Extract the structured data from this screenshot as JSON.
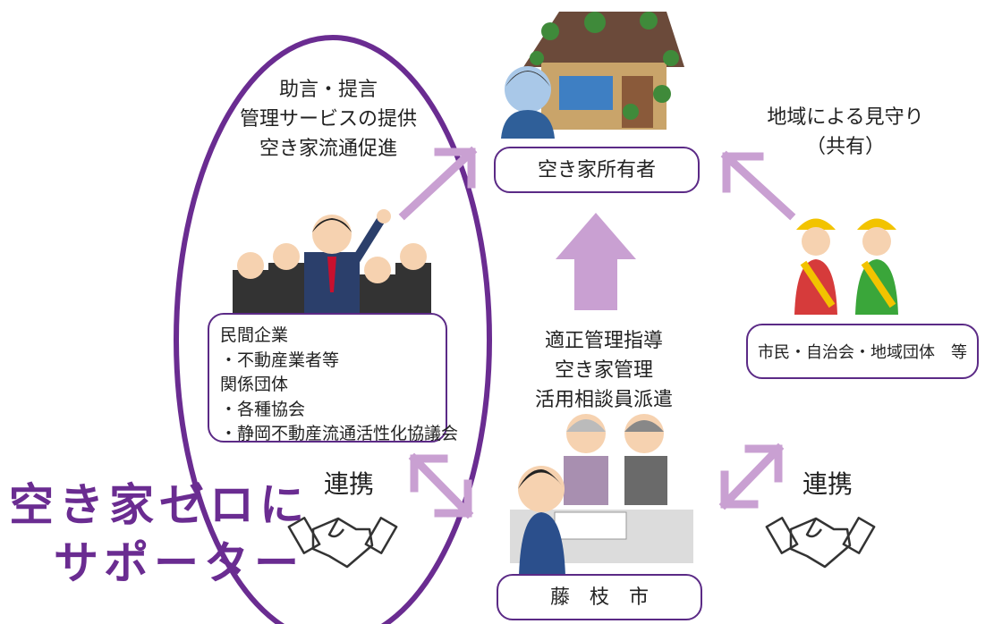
{
  "owner": {
    "label": "空き家所有者"
  },
  "advice": {
    "lines": [
      "助言・提言",
      "管理サービスの提供",
      "空き家流通促進"
    ]
  },
  "watch": {
    "lines": [
      "地域による見守り",
      "（共有）"
    ]
  },
  "private": {
    "lines": [
      "民間企業",
      "・不動産業者等",
      "関係団体",
      "・各種協会",
      "・静岡不動産流通活性化協議会"
    ]
  },
  "guidance": {
    "lines": [
      "適正管理指導",
      "空き家管理",
      "活用相談員派遣"
    ]
  },
  "citizens": {
    "label": "市民・自治会・地域団体　等"
  },
  "city": {
    "label": "藤　枝　市"
  },
  "renkei_left": "連携",
  "renkei_right": "連携",
  "slogan": {
    "line1": "空き家ゼロに",
    "line2": "サポーター"
  },
  "colors": {
    "purple": "#6a2c91",
    "box_border": "#5b2a86",
    "arrow": "#c9a0d2"
  }
}
